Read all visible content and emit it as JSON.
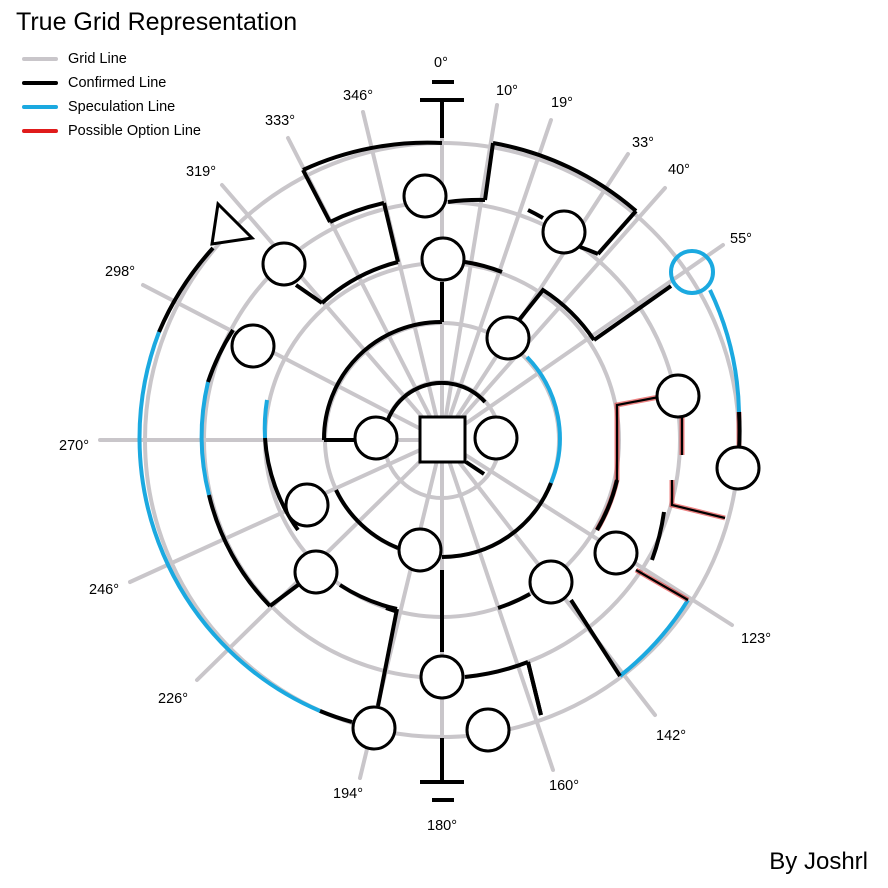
{
  "title": "True Grid Representation",
  "credit": "By Joshrl",
  "colors": {
    "grid": "#c9c6ca",
    "confirmed": "#000000",
    "speculation": "#1ba9e0",
    "possible": "#e01b1b"
  },
  "legend": [
    {
      "label": "Grid Line",
      "color": "#c9c6ca"
    },
    {
      "label": "Confirmed Line",
      "color": "#000000"
    },
    {
      "label": "Speculation Line",
      "color": "#1ba9e0"
    },
    {
      "label": "Possible Option Line",
      "color": "#e01b1b"
    }
  ],
  "angle_labels": [
    "0°",
    "10°",
    "19°",
    "33°",
    "40°",
    "55°",
    "123°",
    "142°",
    "160°",
    "180°",
    "194°",
    "226°",
    "246°",
    "270°",
    "298°",
    "319°",
    "333°",
    "346°"
  ]
}
